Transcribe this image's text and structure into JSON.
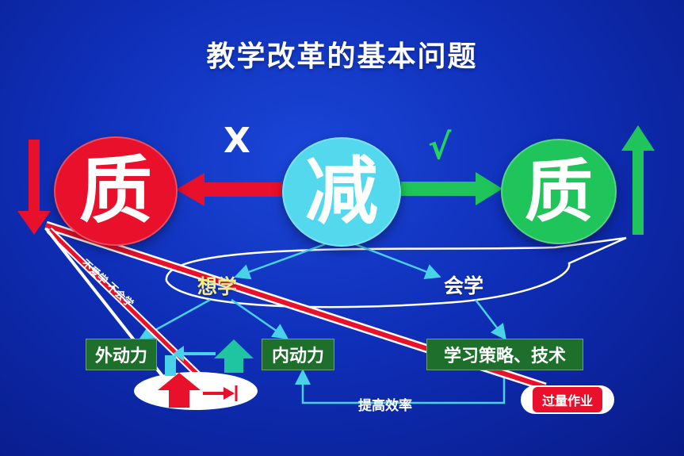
{
  "title": "教学改革的基本问题",
  "core_nodes": {
    "left_quality": "质",
    "center_reduce": "减",
    "right_quality": "质"
  },
  "marks": {
    "wrong": "X",
    "right": "√"
  },
  "motivation": {
    "want_to_learn": "想学",
    "able_to_learn": "会学"
  },
  "boxes": {
    "external_drive": "外动力",
    "internal_drive": "内动力",
    "strategy": "学习策略、技术"
  },
  "labels": {
    "dislike_learning": "不爱学 不会学",
    "improve_efficiency": "提高效率",
    "excess_homework": "过量作业"
  },
  "colors": {
    "background": "#0f2fb8",
    "red": "#e8102a",
    "cyan": "#53d8ee",
    "green": "#1fc45a",
    "box_green": "#1e6e2c",
    "connector": "#49d1e8"
  }
}
